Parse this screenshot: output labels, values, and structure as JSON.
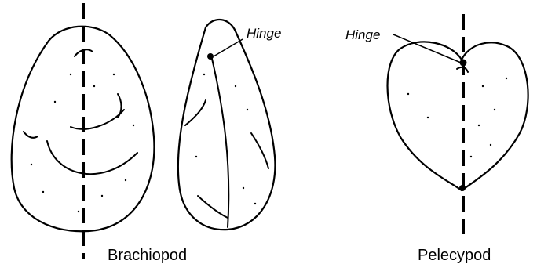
{
  "labels": {
    "hinge_brachiopod": "Hinge",
    "brachiopod": "Brachiopod",
    "hinge_pelecypod": "Hinge",
    "pelecypod": "Pelecypod"
  }
}
